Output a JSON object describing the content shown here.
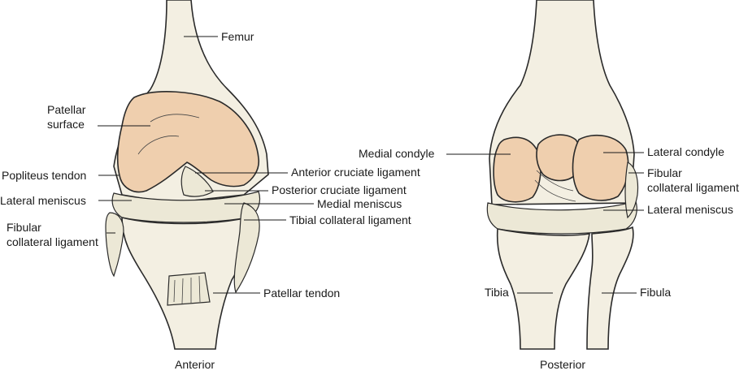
{
  "anterior": {
    "caption": "Anterior",
    "labels": {
      "femur": "Femur",
      "patellar_surface_1": "Patellar",
      "patellar_surface_2": "surface",
      "popliteus_tendon": "Popliteus tendon",
      "lateral_meniscus": "Lateral meniscus",
      "fibular_collateral_1": "Fibular",
      "fibular_collateral_2": "collateral ligament",
      "anterior_cruciate": "Anterior cruciate ligament",
      "posterior_cruciate": "Posterior cruciate ligament",
      "medial_meniscus": "Medial meniscus",
      "tibial_collateral": "Tibial collateral ligament",
      "patellar_tendon": "Patellar tendon"
    }
  },
  "posterior": {
    "caption": "Posterior",
    "labels": {
      "medial_condyle": "Medial condyle",
      "lateral_condyle": "Lateral condyle",
      "fibular_collateral_1": "Fibular",
      "fibular_collateral_2": "collateral ligament",
      "lateral_meniscus": "Lateral meniscus",
      "tibia": "Tibia",
      "fibula": "Fibula"
    }
  },
  "colors": {
    "bone": "#f3efe2",
    "cartilage": "#efcfae",
    "outline": "#2a2a2a"
  }
}
